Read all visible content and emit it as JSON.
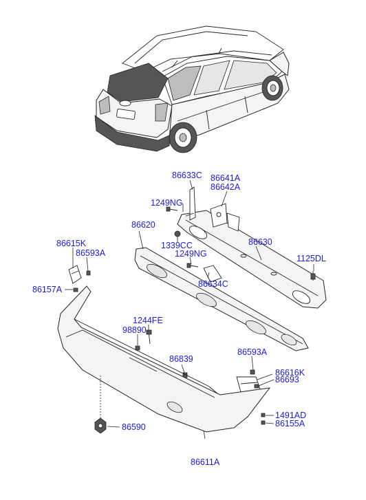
{
  "diagram": {
    "colors": {
      "label": "#1a1ae0",
      "line": "#222222"
    },
    "labels": {
      "p86633C": "86633C",
      "p86641A": "86641A",
      "p86642A": "86642A",
      "p1249NG_top": "1249NG",
      "p86620": "86620",
      "p86630": "86630",
      "p1339CC": "1339CC",
      "p1249NG_mid": "1249NG",
      "p1125DL": "1125DL",
      "p86615K": "86615K",
      "p86593A_left": "86593A",
      "p86634C": "86634C",
      "p86157A": "86157A",
      "p1244FE": "1244FE",
      "p98890": "98890",
      "p86593A_right": "86593A",
      "p86839": "86839",
      "p86616K": "86616K",
      "p86693": "86693",
      "p1491AD": "1491AD",
      "p86155A": "86155A",
      "p86590": "86590",
      "p86611A": "86611A"
    }
  }
}
